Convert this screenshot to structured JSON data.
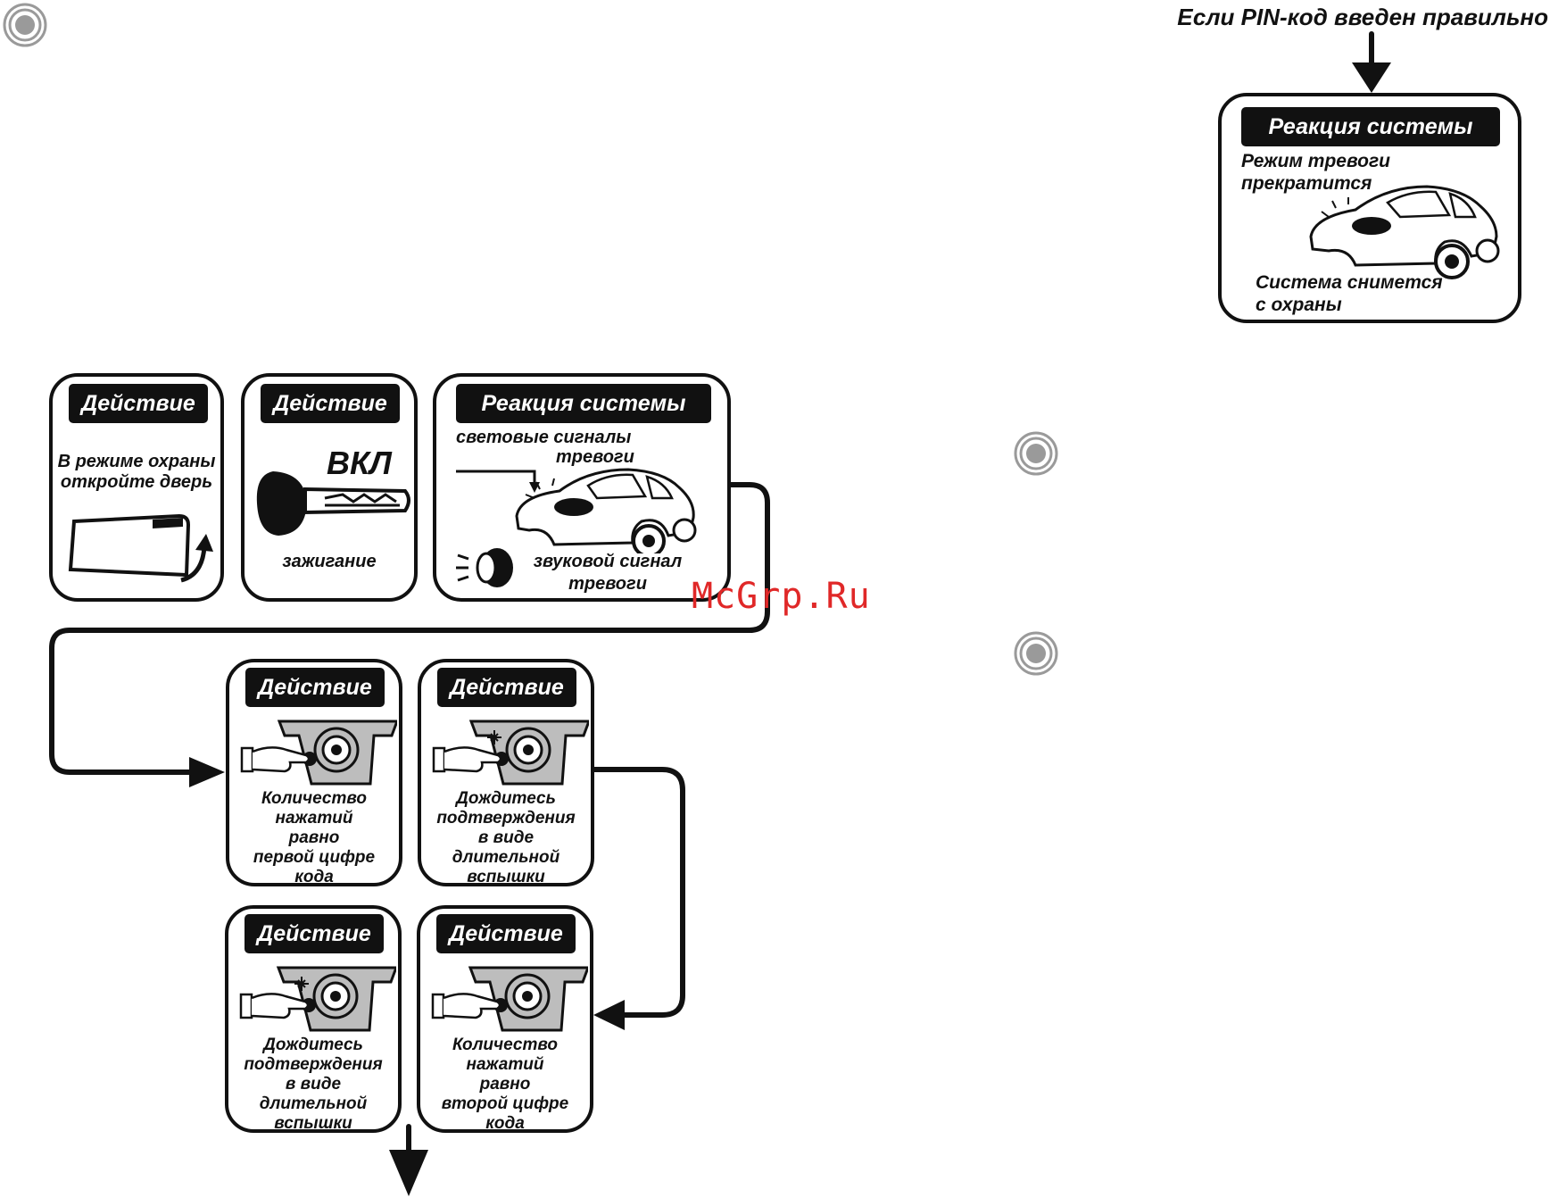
{
  "top_caption": "Если PIN-код введен правильно",
  "watermark": "McGrp.Ru",
  "result_box": {
    "header": "Реакция системы",
    "line1": "Режим тревоги",
    "line2": "прекратится",
    "line3": "Система снимется",
    "line4": "с охраны"
  },
  "step1": {
    "header": "Действие",
    "line1": "В режиме охраны",
    "line2": "откройте дверь"
  },
  "step2": {
    "header": "Действие",
    "label_on": "ВКЛ",
    "caption": "зажигание"
  },
  "step3": {
    "header": "Реакция системы",
    "light_line1": "световые сигналы",
    "light_line2": "тревоги",
    "sound_line1": "звуковой сигнал",
    "sound_line2": "тревоги"
  },
  "step4": {
    "header": "Действие",
    "lines": [
      "Количество",
      "нажатий",
      "равно",
      "первой цифре",
      "кода"
    ]
  },
  "step5": {
    "header": "Действие",
    "lines": [
      "Дождитесь",
      "подтверждения",
      "в виде",
      "длительной",
      "вспышки"
    ]
  },
  "step6": {
    "header": "Действие",
    "lines": [
      "Дождитесь",
      "подтверждения",
      "в виде",
      "длительной",
      "вспышки"
    ]
  },
  "step7": {
    "header": "Действие",
    "lines": [
      "Количество",
      "нажатий",
      "равно",
      "второй цифре",
      "кода"
    ]
  },
  "colors": {
    "ink": "#111111",
    "watermark": "#e02828",
    "ring": "#9a9a9a"
  },
  "icons": [
    "ring-bullet-icon",
    "door-icon",
    "key-icon",
    "car-icon",
    "siren-icon",
    "fob-icon",
    "hand-pointer-icon",
    "flow-arrow-icon"
  ]
}
